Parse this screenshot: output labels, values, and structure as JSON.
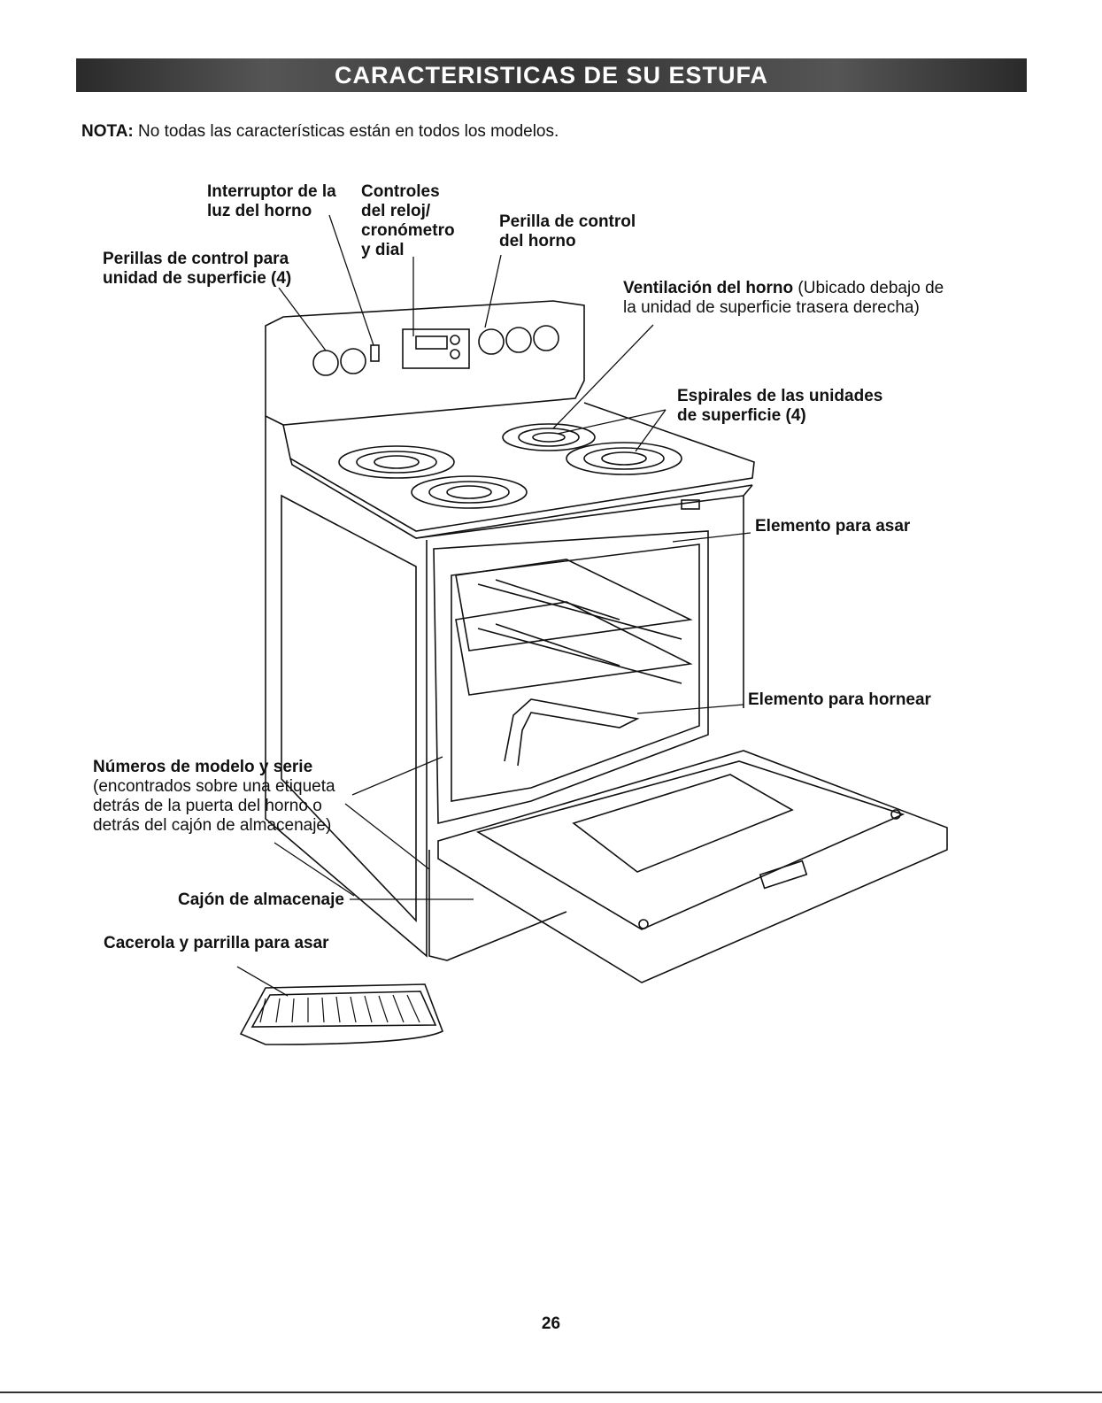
{
  "header": {
    "title": "CARACTERISTICAS DE SU ESTUFA"
  },
  "note": {
    "label": "NOTA:",
    "text": " No todas las características están en todos los modelos."
  },
  "callouts": {
    "oven_light_switch": [
      "Interruptor de la",
      "luz del horno"
    ],
    "clock_controls": [
      "Controles",
      "del reloj/",
      "cronómetro",
      "y dial"
    ],
    "oven_control_knob": [
      "Perilla de control",
      "del horno"
    ],
    "surface_knobs": [
      "Perillas de control para",
      "unidad de superficie (4)"
    ],
    "oven_vent_bold": "Ventilación del horno",
    "oven_vent_rest": " (Ubicado debajo de",
    "oven_vent_line2": "la unidad de superficie trasera derecha)",
    "coils": [
      "Espirales de las unidades",
      "de superficie (4)"
    ],
    "broil_element": "Elemento para asar",
    "bake_element": "Elemento para hornear",
    "model_serial_bold": "Números de modelo y serie",
    "model_serial_lines": [
      "(encontrados sobre una etiqueta",
      "detrás de la puerta del horno o",
      "detrás del cajón de almacenaje)"
    ],
    "storage_drawer": "Cajón de almacenaje",
    "broiler_pan": "Cacerola y parrilla para asar"
  },
  "page_number": "26"
}
